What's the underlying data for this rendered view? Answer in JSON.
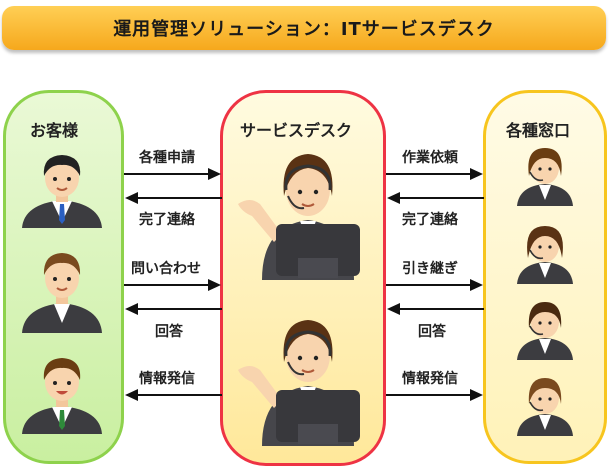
{
  "title": "運用管理ソリューション：ITサービスデスク",
  "columns": {
    "customer": "お客様",
    "service_desk": "サービスデスク",
    "contact": "各種窓口"
  },
  "left_arrows": [
    "各種申請",
    "完了連絡",
    "問い合わせ",
    "回答",
    "情報発信"
  ],
  "right_arrows": [
    "作業依頼",
    "完了連絡",
    "引き継ぎ",
    "回答",
    "情報発信"
  ],
  "colors": {
    "title_bar": "#f6a81c",
    "customer_border": "#8ed24c",
    "service_border": "#ee3344",
    "contact_border": "#f7c51e"
  }
}
